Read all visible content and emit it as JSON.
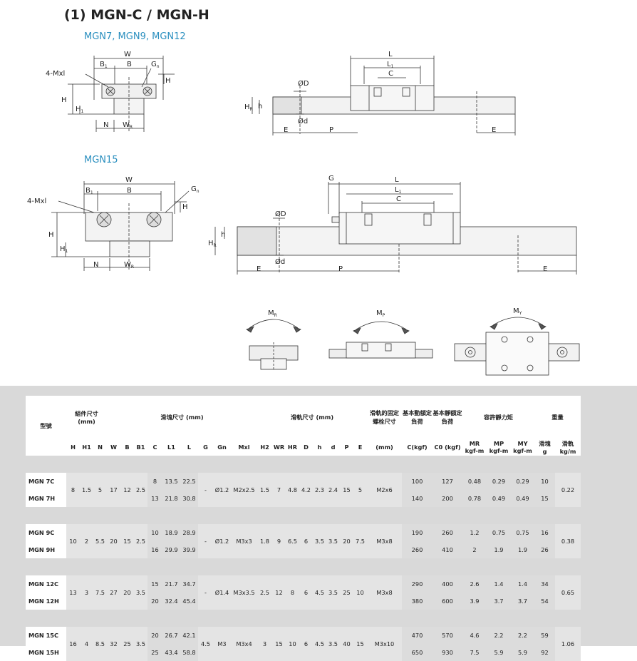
{
  "title": "(1) MGN-C / MGN-H",
  "subtitle1": "MGN7, MGN9, MGN12",
  "subtitle2": "MGN15",
  "dims": {
    "W": "W",
    "B": "B",
    "B1": "B",
    "sub1": "1",
    "Gn": "G",
    "n": "n",
    "H": "H",
    "H1": "H",
    "H2": "H",
    "N": "N",
    "WR": "W",
    "R": "R",
    "mx": "4-Mxl",
    "L": "L",
    "L1": "L",
    "C": "C",
    "D": "ØD",
    "d": "Ød",
    "h": "h",
    "HR": "H",
    "E": "E",
    "P": "P",
    "G": "G",
    "MR": "M",
    "MP": "M",
    "MY": "M",
    "subR": "R",
    "subP": "P",
    "subY": "Y"
  },
  "table": {
    "h_model": "型號",
    "h_assembly": "組件尺寸 (mm)",
    "h_block": "滑塊尺寸 (mm)",
    "h_rail": "滑軌尺寸 (mm)",
    "h_bolt": "滑軌的固定螺栓尺寸",
    "h_dyn": "基本動額定負荷",
    "h_sta": "基本靜額定負荷",
    "h_moment": "容許靜力矩",
    "h_weight": "重量",
    "cols": [
      "H",
      "H1",
      "N",
      "W",
      "B",
      "B1",
      "C",
      "L1",
      "L",
      "G",
      "Gn",
      "Mxl",
      "H2",
      "WR",
      "HR",
      "D",
      "h",
      "d",
      "P",
      "E"
    ],
    "c_bolt": "(mm)",
    "c_dyn": "C(kgf)",
    "c_sta": "C0 (kgf)",
    "c_mr": "MR",
    "c_mp": "MP",
    "c_my": "MY",
    "u_m": "kgf-m",
    "w_block": "滑塊",
    "w_rail": "滑軌",
    "u_g": "g",
    "u_kgm": "kg/m",
    "groups": [
      {
        "models": [
          "MGN 7C",
          "MGN 7H"
        ],
        "H": "8",
        "H1": "1.5",
        "N": "5",
        "W": "17",
        "B": "12",
        "B1": "2.5",
        "C": [
          "8",
          "13"
        ],
        "L1": [
          "13.5",
          "21.8"
        ],
        "L": [
          "22.5",
          "30.8"
        ],
        "G": "-",
        "Gn": "Ø1.2",
        "Mxl": "M2x2.5",
        "H2": "1.5",
        "WR": "7",
        "HR": "4.8",
        "D": "4.2",
        "h": "2.3",
        "d": "2.4",
        "P": "15",
        "E": "5",
        "bolt": "M2x6",
        "Cd": [
          "100",
          "140"
        ],
        "C0": [
          "127",
          "200"
        ],
        "MR": [
          "0.48",
          "0.78"
        ],
        "MP": [
          "0.29",
          "0.49"
        ],
        "MY": [
          "0.29",
          "0.49"
        ],
        "wb": [
          "10",
          "15"
        ],
        "wr": "0.22"
      },
      {
        "models": [
          "MGN 9C",
          "MGN 9H"
        ],
        "H": "10",
        "H1": "2",
        "N": "5.5",
        "W": "20",
        "B": "15",
        "B1": "2.5",
        "C": [
          "10",
          "16"
        ],
        "L1": [
          "18.9",
          "29.9"
        ],
        "L": [
          "28.9",
          "39.9"
        ],
        "G": "-",
        "Gn": "Ø1.2",
        "Mxl": "M3x3",
        "H2": "1.8",
        "WR": "9",
        "HR": "6.5",
        "D": "6",
        "h": "3.5",
        "d": "3.5",
        "P": "20",
        "E": "7.5",
        "bolt": "M3x8",
        "Cd": [
          "190",
          "260"
        ],
        "C0": [
          "260",
          "410"
        ],
        "MR": [
          "1.2",
          "2"
        ],
        "MP": [
          "0.75",
          "1.9"
        ],
        "MY": [
          "0.75",
          "1.9"
        ],
        "wb": [
          "16",
          "26"
        ],
        "wr": "0.38"
      },
      {
        "models": [
          "MGN 12C",
          "MGN 12H"
        ],
        "H": "13",
        "H1": "3",
        "N": "7.5",
        "W": "27",
        "B": "20",
        "B1": "3.5",
        "C": [
          "15",
          "20"
        ],
        "L1": [
          "21.7",
          "32.4"
        ],
        "L": [
          "34.7",
          "45.4"
        ],
        "G": "-",
        "Gn": "Ø1.4",
        "Mxl": "M3x3.5",
        "H2": "2.5",
        "WR": "12",
        "HR": "8",
        "D": "6",
        "h": "4.5",
        "d": "3.5",
        "P": "25",
        "E": "10",
        "bolt": "M3x8",
        "Cd": [
          "290",
          "380"
        ],
        "C0": [
          "400",
          "600"
        ],
        "MR": [
          "2.6",
          "3.9"
        ],
        "MP": [
          "1.4",
          "3.7"
        ],
        "MY": [
          "1.4",
          "3.7"
        ],
        "wb": [
          "34",
          "54"
        ],
        "wr": "0.65"
      },
      {
        "models": [
          "MGN 15C",
          "MGN 15H"
        ],
        "H": "16",
        "H1": "4",
        "N": "8.5",
        "W": "32",
        "B": "25",
        "B1": "3.5",
        "C": [
          "20",
          "25"
        ],
        "L1": [
          "26.7",
          "43.4"
        ],
        "L": [
          "42.1",
          "58.8"
        ],
        "G": "4.5",
        "Gn": "M3",
        "Mxl": "M3x4",
        "H2": "3",
        "WR": "15",
        "HR": "10",
        "D": "6",
        "h": "4.5",
        "d": "3.5",
        "P": "40",
        "E": "15",
        "bolt": "M3x10",
        "Cd": [
          "470",
          "650"
        ],
        "C0": [
          "570",
          "930"
        ],
        "MR": [
          "4.6",
          "7.5"
        ],
        "MP": [
          "2.2",
          "5.9"
        ],
        "MY": [
          "2.2",
          "5.9"
        ],
        "wb": [
          "59",
          "92"
        ],
        "wr": "1.06"
      }
    ]
  }
}
